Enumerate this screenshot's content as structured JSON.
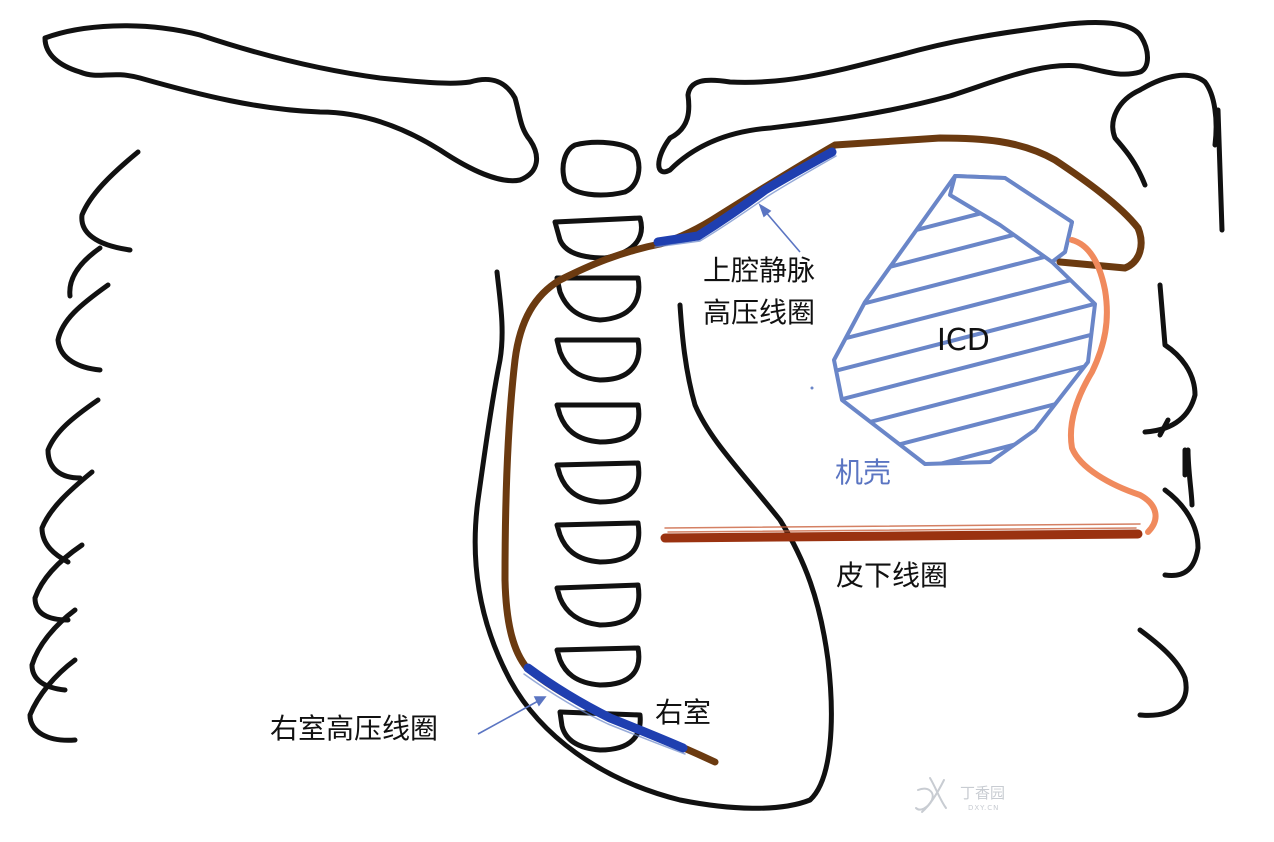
{
  "labels": {
    "svc_coil": [
      "上腔静脉",
      "高压线圈"
    ],
    "icd": "ICD",
    "can": "机壳",
    "subq_coil": "皮下线圈",
    "right_ventricle": "右室",
    "rv_coil": "右室高压线圈"
  },
  "watermark": {
    "name": "丁香园",
    "domain": "DXY.CN"
  },
  "colors": {
    "outline": "#111111",
    "lead": "#6b3a10",
    "coil_blue": "#1f3fb0",
    "device": "#6a86c8",
    "subq_coil": "#9a3210",
    "connector": "#f08a5d",
    "label_blue": "#5b75c2"
  }
}
